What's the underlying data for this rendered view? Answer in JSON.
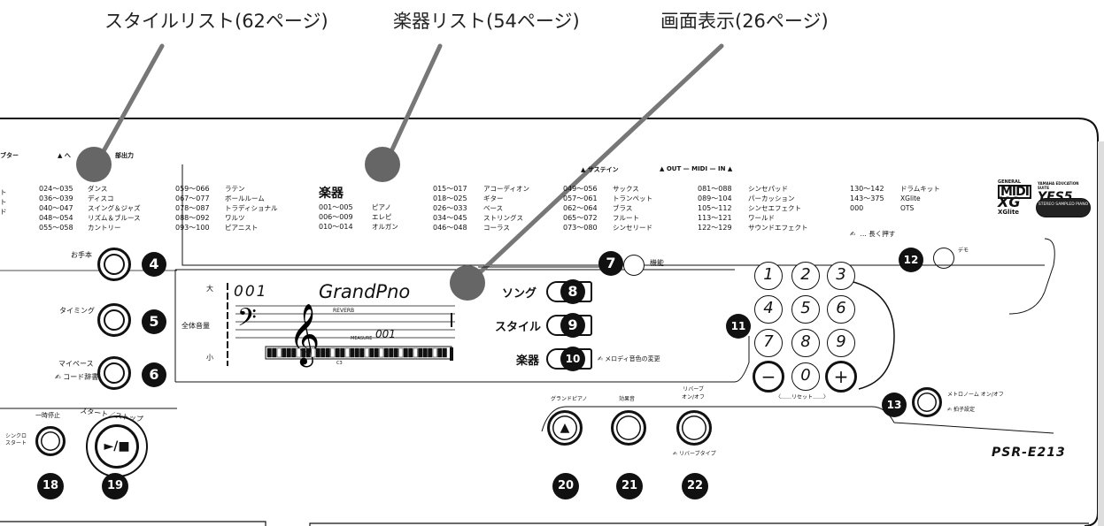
{
  "callouts": {
    "style_list": "スタイルリスト(62ページ)",
    "voice_list": "楽器リスト(54ページ)",
    "display": "画面表示(26ページ)"
  },
  "panel_headers": {
    "left_partial": "ブター",
    "arrow_left": "▲ へ",
    "output": "部出力",
    "sustain": "▲ サステイン",
    "midi": "▲  OUT — MIDI — IN  ▲"
  },
  "style_list": {
    "left_fragments": [
      "ト",
      "ト",
      "ド"
    ],
    "col1_ranges": [
      "024～035",
      "036～039",
      "040～047",
      "048～054",
      "055～058"
    ],
    "col1_names": [
      "ダンス",
      "ディスコ",
      "スイング＆ジャズ",
      "リズム＆ブルース",
      "カントリー"
    ],
    "col2_ranges": [
      "059～066",
      "067～077",
      "078～087",
      "088～092",
      "093～100"
    ],
    "col2_names": [
      "ラテン",
      "ボールルーム",
      "トラディショナル",
      "ワルツ",
      "ピアニスト"
    ]
  },
  "voice_list": {
    "title": "楽器",
    "col1_ranges": [
      "001～005",
      "006～009",
      "010～014"
    ],
    "col1_names": [
      "ピアノ",
      "エレピ",
      "オルガン"
    ],
    "col2_ranges": [
      "015～017",
      "018～025",
      "026～033",
      "034～045",
      "046～048"
    ],
    "col2_names": [
      "アコーディオン",
      "ギター",
      "ベース",
      "ストリングス",
      "コーラス"
    ],
    "col3_ranges": [
      "049～056",
      "057～061",
      "062～064",
      "065～072",
      "073～080"
    ],
    "col3_names": [
      "サックス",
      "トランペット",
      "ブラス",
      "フルート",
      "シンセリード"
    ],
    "col4_ranges": [
      "081～088",
      "089～104",
      "105～112",
      "113～121",
      "122～129"
    ],
    "col4_names": [
      "シンセパッド",
      "パーカッション",
      "シンセエフェクト",
      "ワールド",
      "サウンドエフェクト"
    ],
    "col5_ranges": [
      "130～142",
      "143～375",
      "000"
    ],
    "col5_names": [
      "ドラムキット",
      "XGlite",
      "OTS"
    ],
    "long_press": "… 長く押す"
  },
  "logos": {
    "gm_top": "GENERAL",
    "gm": "MIDI",
    "yes_small": "YAMAHA EDUCATION SUITE",
    "yes": "YES5",
    "xg": "XG",
    "xglite": "XGlite",
    "stereo": "STEREO SAMPLED PIANO"
  },
  "left_buttons": {
    "lesson": "お手本",
    "timing": "タイミング",
    "mypace": "マイペース",
    "chord_dict": "コード辞書",
    "badge4": "4",
    "badge5": "5",
    "badge6": "6"
  },
  "lcd": {
    "number": "001",
    "voice_name": "GrandPno",
    "reverb": "REVERB",
    "measure_label": "MEASURE",
    "measure": "001",
    "c3": "C3",
    "vol_high": "大",
    "vol_label": "全体音量",
    "vol_low": "小"
  },
  "mode_buttons": {
    "function": "機能",
    "badge7": "7",
    "song": "ソング",
    "badge8": "8",
    "style": "スタイル",
    "badge9": "9",
    "voice": "楽器",
    "badge10": "10",
    "melody_voice": "メロディ音色の変更"
  },
  "keypad": {
    "keys": [
      "1",
      "2",
      "3",
      "4",
      "5",
      "6",
      "7",
      "8",
      "9",
      "−",
      "0",
      "+"
    ],
    "reset": "〈……リセット……〉",
    "badge11": "11"
  },
  "demo": {
    "label": "デモ",
    "badge12": "12"
  },
  "metronome": {
    "label": "メトロノーム  オン/オフ",
    "sub": "拍子設定",
    "badge13": "13"
  },
  "transport": {
    "pause": "一時停止",
    "sync_start": "シンクロ\nスタート",
    "start_stop": "スタート／ストップ",
    "badge18": "18",
    "badge19": "19"
  },
  "bottom_buttons": {
    "grand_piano": "グランドピアノ",
    "effects": "効果音",
    "reverb": "リバーブ\nオン/オフ",
    "reverb_type": "リバーブタイプ",
    "badge20": "20",
    "badge21": "21",
    "badge22": "22"
  },
  "model": "PSR-E213"
}
